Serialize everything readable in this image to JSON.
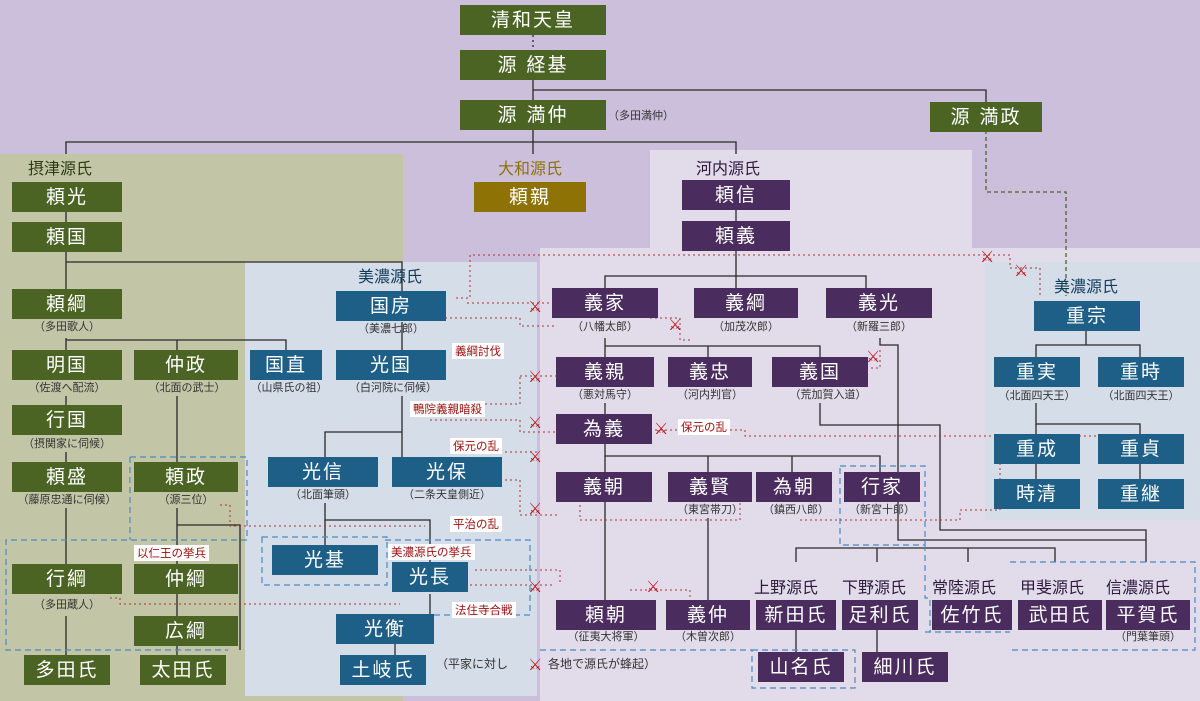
{
  "root": {
    "seiwa": "清和天皇",
    "tsunemoto": "源 経基",
    "mitsunaka": "源 満仲",
    "mitsunaka_sub": "（多田満仲）",
    "mitsumasa": "源 満政"
  },
  "settsu": {
    "label": "摂津源氏",
    "yorimitsu": "頼光",
    "yorikuni": "頼国",
    "yoritsuna": "頼綱",
    "yoritsuna_sub": "（多田歌人）",
    "akikuni": "明国",
    "akikuni_sub": "（佐渡へ配流）",
    "nakamasa": "仲政",
    "nakamasa_sub": "（北面の武士）",
    "yukikuni": "行国",
    "yukikuni_sub": "（摂関家に伺候）",
    "yorimori": "頼盛",
    "yorimori_sub": "（藤原忠通に伺候）",
    "yorimasa": "頼政",
    "yorimasa_sub": "（源三位）",
    "yukitsuna": "行綱",
    "yukitsuna_sub": "（多田蔵人）",
    "nakatsuna": "仲綱",
    "hirotsuna": "広綱",
    "tada": "多田氏",
    "ota": "太田氏"
  },
  "yamato": {
    "label": "大和源氏",
    "yorichika": "頼親"
  },
  "mino": {
    "label": "美濃源氏",
    "kunifusa": "国房",
    "kunifusa_sub": "（美濃七郎）",
    "kuninao": "国直",
    "kuninao_sub": "（山県氏の祖）",
    "mitsukuni": "光国",
    "mitsukuni_sub": "（白河院に伺候）",
    "mitsunobu": "光信",
    "mitsunobu_sub": "（北面筆頭）",
    "mitsuyasu": "光保",
    "mitsuyasu_sub": "（二条天皇側近）",
    "mitsumoto": "光基",
    "mitsunaga": "光長",
    "mitsuhira": "光衡",
    "toki": "土岐氏"
  },
  "kawachi": {
    "label": "河内源氏",
    "yorinobu": "頼信",
    "yoriyoshi": "頼義",
    "yoshiie": "義家",
    "yoshiie_sub": "（八幡太郎）",
    "yoshitsuna": "義綱",
    "yoshitsuna_sub": "（加茂次郎）",
    "yoshimitsu": "義光",
    "yoshimitsu_sub": "（新羅三郎）",
    "yoshichika": "義親",
    "yoshichika_sub": "（悪対馬守）",
    "yoshitada": "義忠",
    "yoshitada_sub": "（河内判官）",
    "yoshikuni": "義国",
    "yoshikuni_sub": "（荒加賀入道）",
    "tameyoshi": "為義",
    "yoshitomo": "義朝",
    "yoshikata": "義賢",
    "yoshikata_sub": "（東宮帯刀）",
    "tametomo": "為朝",
    "tametomo_sub": "（鎮西八郎）",
    "yukiie": "行家",
    "yukiie_sub": "（新宮十郎）",
    "yoritomo": "頼朝",
    "yoritomo_sub": "（征夷大将軍）",
    "yoshinaka": "義仲",
    "yoshinaka_sub": "（木曽次郎）",
    "kozuke": "上野源氏",
    "nitta": "新田氏",
    "shimotsuke": "下野源氏",
    "ashikaga": "足利氏",
    "yamana": "山名氏",
    "hosokawa": "細川氏",
    "hitachi": "常陸源氏",
    "satake": "佐竹氏",
    "kai": "甲斐源氏",
    "takeda": "武田氏",
    "shinano": "信濃源氏",
    "hiraga": "平賀氏",
    "hiraga_sub": "（門葉筆頭）"
  },
  "mino2": {
    "label": "美濃源氏",
    "shigemune": "重宗",
    "shigezane": "重実",
    "shigezane_sub": "（北面四天王）",
    "shigetoki": "重時",
    "shigetoki_sub": "（北面四天王）",
    "shigenari": "重成",
    "shigesada": "重貞",
    "tokikiyo": "時清",
    "shigetsugu": "重継"
  },
  "events": {
    "yoshitsuna_toubatsu": "義綱討伐",
    "kamoin": "鴨院義親暗殺",
    "hogen_left": "保元の乱",
    "hogen_right": "保元の乱",
    "heiji": "平治の乱",
    "mochihito": "以仁王の挙兵",
    "mino_kyohei": "美濃源氏の挙兵",
    "hojuji": "法住寺合戦"
  },
  "footer_note": {
    "left": "（平家に対し",
    "right": "各地で源氏が蜂起）"
  },
  "colors": {
    "green": "#4b6424",
    "blue": "#1d5f87",
    "purple": "#4a2c5f",
    "gold": "#8e7206",
    "event_red": "#a01010",
    "dashed_blue": "#4a8ac4"
  }
}
